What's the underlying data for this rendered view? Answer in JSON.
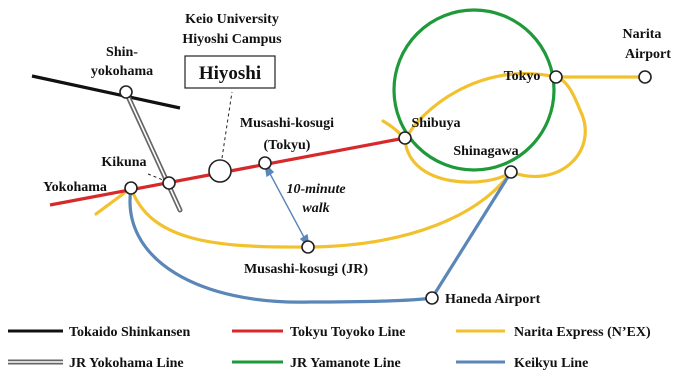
{
  "colors": {
    "tokaido_shinkansen": "#111111",
    "tokyu_toyoko": "#d7282a",
    "narita_express": "#f2c12e",
    "jr_yokohama": "#777777",
    "jr_yamanote": "#1f9a3a",
    "keikyu": "#5b86b8"
  },
  "labels": {
    "keio_line1": "Keio University",
    "keio_line2": "Hiyoshi Campus",
    "hiyoshi": "Hiyoshi",
    "shin_line1": "Shin-",
    "shin_line2": "yokohama",
    "kikuna": "Kikuna",
    "yokohama": "Yokohama",
    "musashi_tokyu_line1": "Musashi-kosugi",
    "musashi_tokyu_line2": "(Tokyu)",
    "walk_line1": "10-minute",
    "walk_line2": "walk",
    "musashi_jr": "Musashi-kosugi (JR)",
    "shibuya": "Shibuya",
    "shinagawa": "Shinagawa",
    "tokyo": "Tokyo",
    "narita_line1": "Narita",
    "narita_line2": "Airport",
    "haneda": "Haneda Airport"
  },
  "legend": [
    {
      "label": "Tokaido Shinkansen",
      "icon": "line-solid-black"
    },
    {
      "label": "Tokyu Toyoko Line",
      "icon": "line-red"
    },
    {
      "label": "Narita Express (N’EX)",
      "icon": "line-yellow"
    },
    {
      "label": "JR Yokohama Line",
      "icon": "line-double-gray"
    },
    {
      "label": "JR Yamanote Line",
      "icon": "line-green"
    },
    {
      "label": "Keikyu Line",
      "icon": "line-blue"
    }
  ]
}
